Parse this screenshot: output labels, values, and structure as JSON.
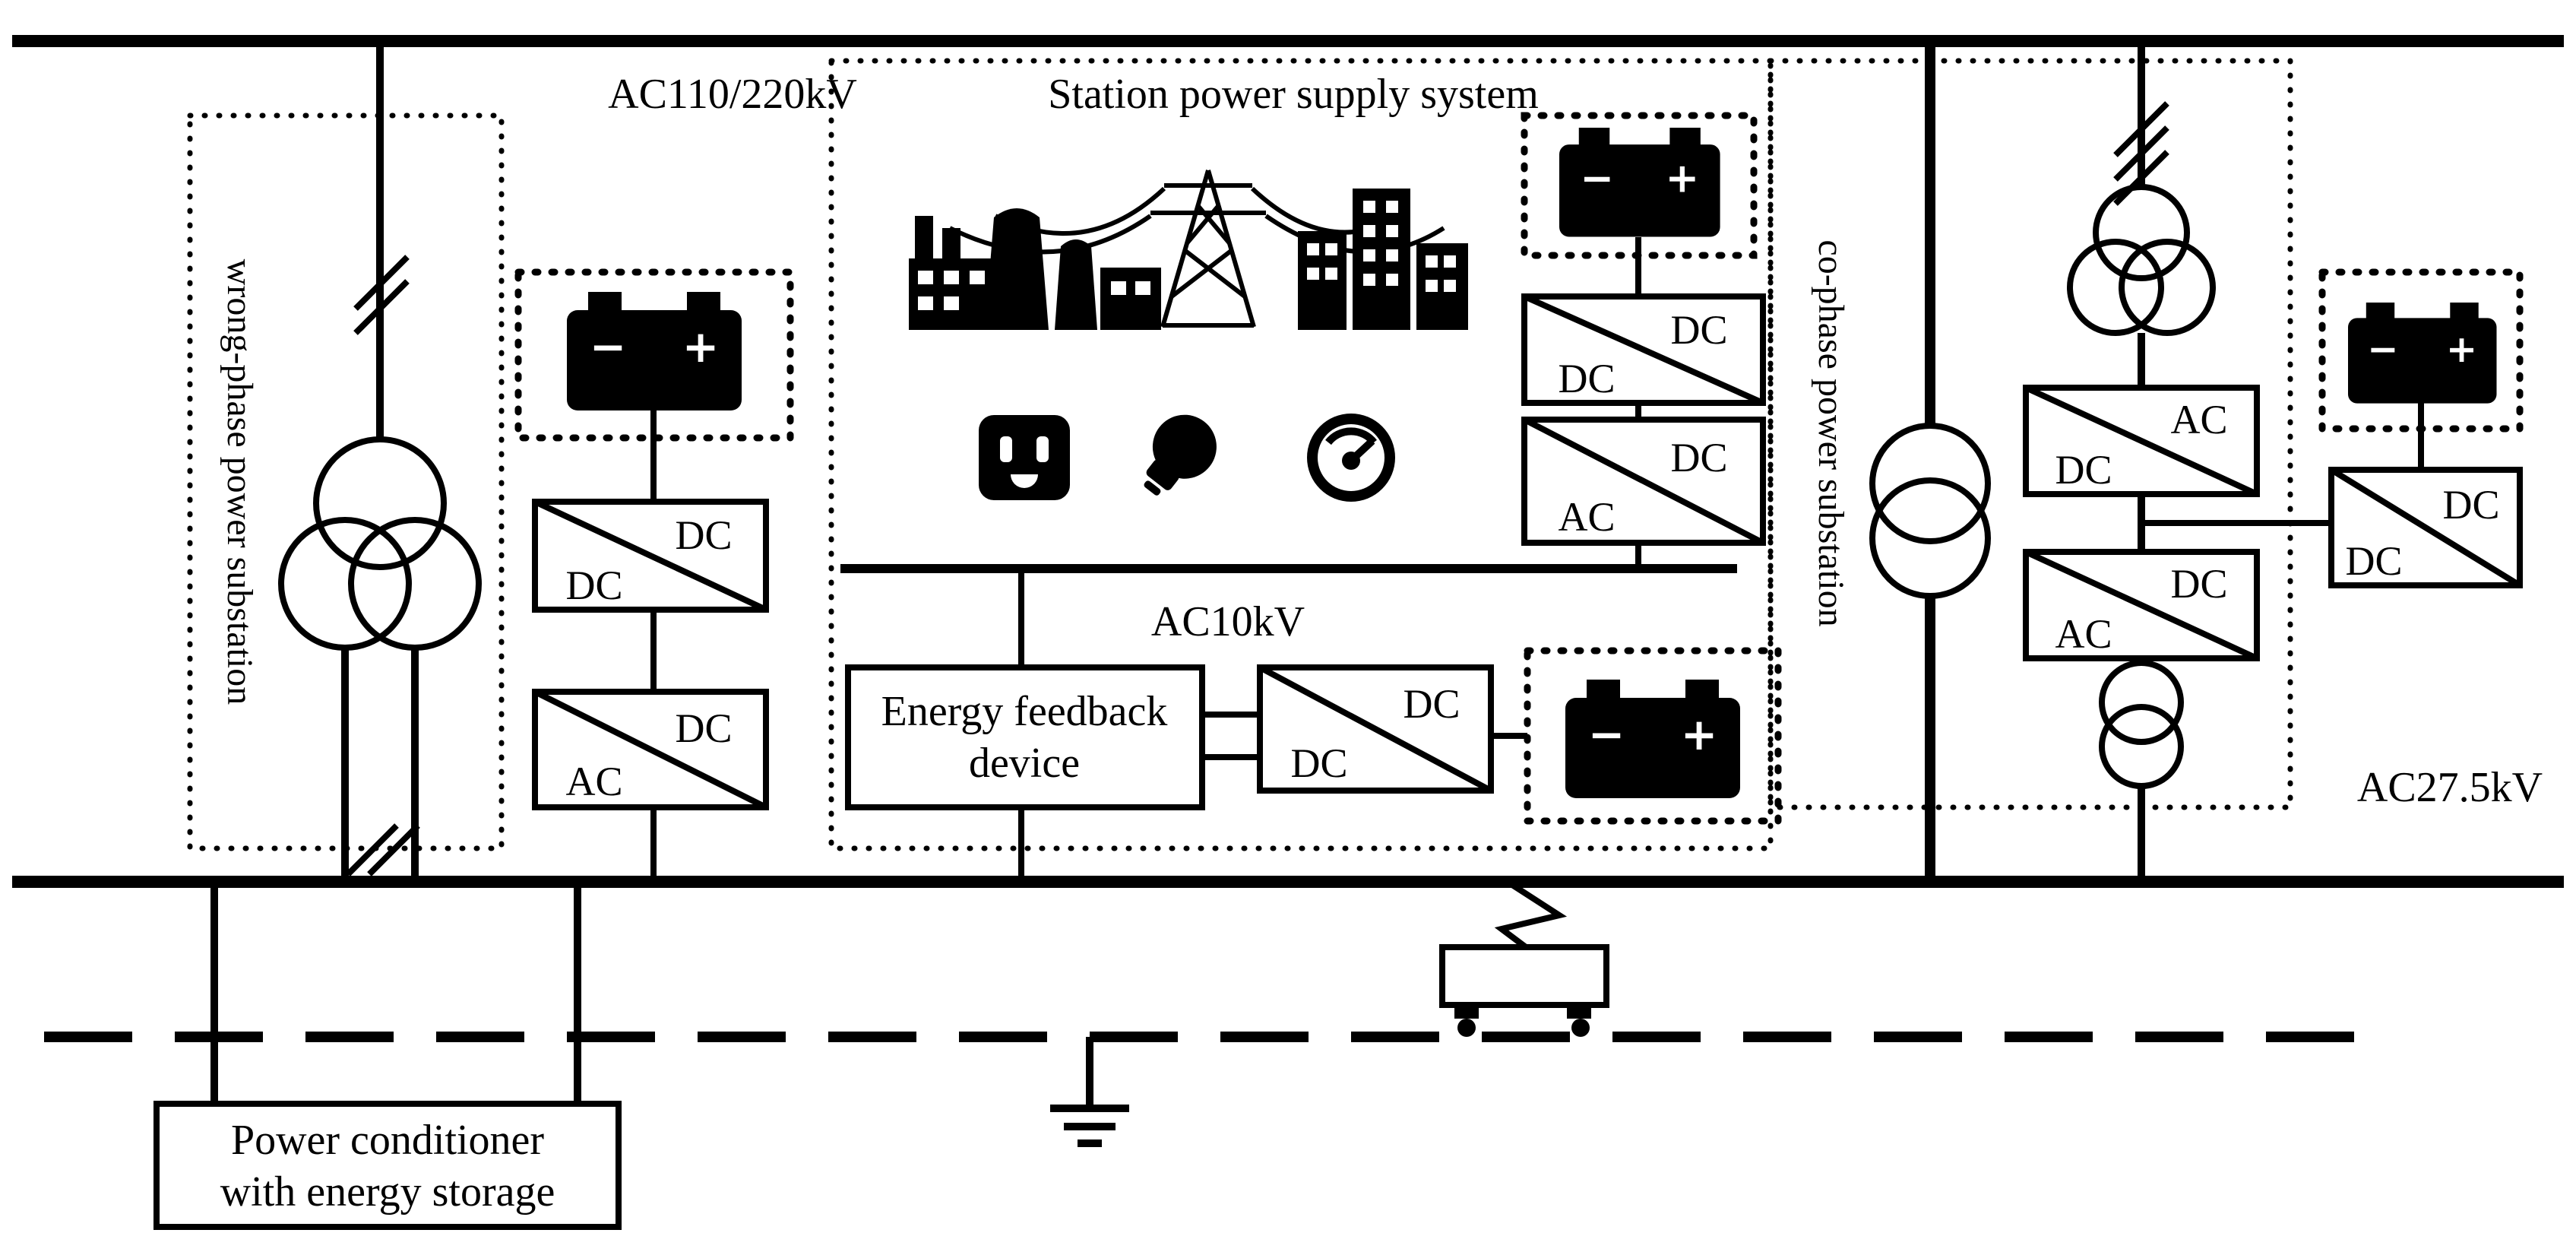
{
  "labels": {
    "ac_110_220": "AC110/220kV",
    "station_power": "Station power supply system",
    "wrong_phase": "wrong-phase power substation",
    "co_phase": "co-phase power substation",
    "ac_10": "AC10kV",
    "ac_27_5": "AC27.5kV"
  },
  "energy_feedback": {
    "line1": "Energy feedback",
    "line2": "device"
  },
  "power_conditioner": {
    "line1": "Power conditioner",
    "line2": "with energy storage"
  },
  "converters": {
    "left_storage_dcdc": {
      "top_right": "DC",
      "bottom_left": "DC"
    },
    "left_storage_dcac": {
      "top_right": "DC",
      "bottom_left": "AC"
    },
    "station_storage_dcdc": {
      "top_right": "DC",
      "bottom_left": "DC"
    },
    "station_storage_dcac": {
      "top_right": "DC",
      "bottom_left": "AC"
    },
    "energy_feedback_dcdc": {
      "top_right": "DC",
      "bottom_left": "DC"
    },
    "cophase_acdc": {
      "top_right": "AC",
      "bottom_left": "DC"
    },
    "cophase_dcac": {
      "top_right": "DC",
      "bottom_left": "AC"
    },
    "cophase_storage_dcdc": {
      "top_right": "DC",
      "bottom_left": "DC"
    }
  },
  "battery": {
    "minus": "−",
    "plus": "+"
  },
  "icons": {
    "station_icons": [
      "factory-icon",
      "transmission-tower-icon",
      "city-buildings-icon",
      "power-outlet-icon",
      "light-bulb-icon",
      "meter-gauge-icon"
    ],
    "storage": "battery-icon",
    "load": "electric-train-icon",
    "earth": "earth-ground-icon"
  },
  "colors": {
    "ink": "#000000",
    "background": "#ffffff"
  }
}
